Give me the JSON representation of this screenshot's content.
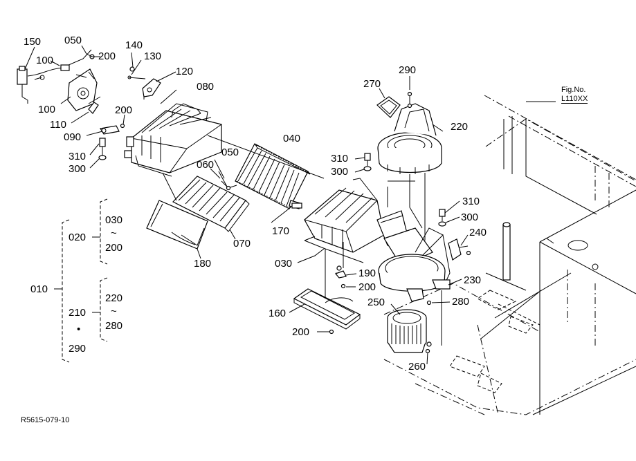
{
  "figure": {
    "fig_no_label": "Fig.No.",
    "fig_no_value": "L110XX",
    "drawing_code": "R5615-079-10"
  },
  "callouts": {
    "c150": "150",
    "c050a": "050",
    "c100a": "100",
    "c200a": "200",
    "c100b": "100",
    "c140": "140",
    "c130": "130",
    "c120": "120",
    "c080": "080",
    "c200b": "200",
    "c110": "110",
    "c090": "090",
    "c310a": "310",
    "c300a": "300",
    "c050b": "050",
    "c060": "060",
    "c040": "040",
    "c170": "170",
    "c070": "070",
    "c180": "180",
    "c270": "270",
    "c290": "290",
    "c220": "220",
    "c310b": "310",
    "c300b": "300",
    "c310c": "310",
    "c300c": "300",
    "c240": "240",
    "c230": "230",
    "c030": "030",
    "c190": "190",
    "c200c": "200",
    "c280": "280",
    "c250": "250",
    "c160": "160",
    "c200d": "200",
    "c260": "260"
  },
  "assembly_tree": {
    "root": "010",
    "group1_id": "020",
    "group1_from": "030",
    "group1_tilde": "~",
    "group1_to": "200",
    "group2_id": "210",
    "group2_from": "220",
    "group2_tilde": "~",
    "group2_to": "280",
    "dot": "•",
    "group3_id": "290"
  }
}
